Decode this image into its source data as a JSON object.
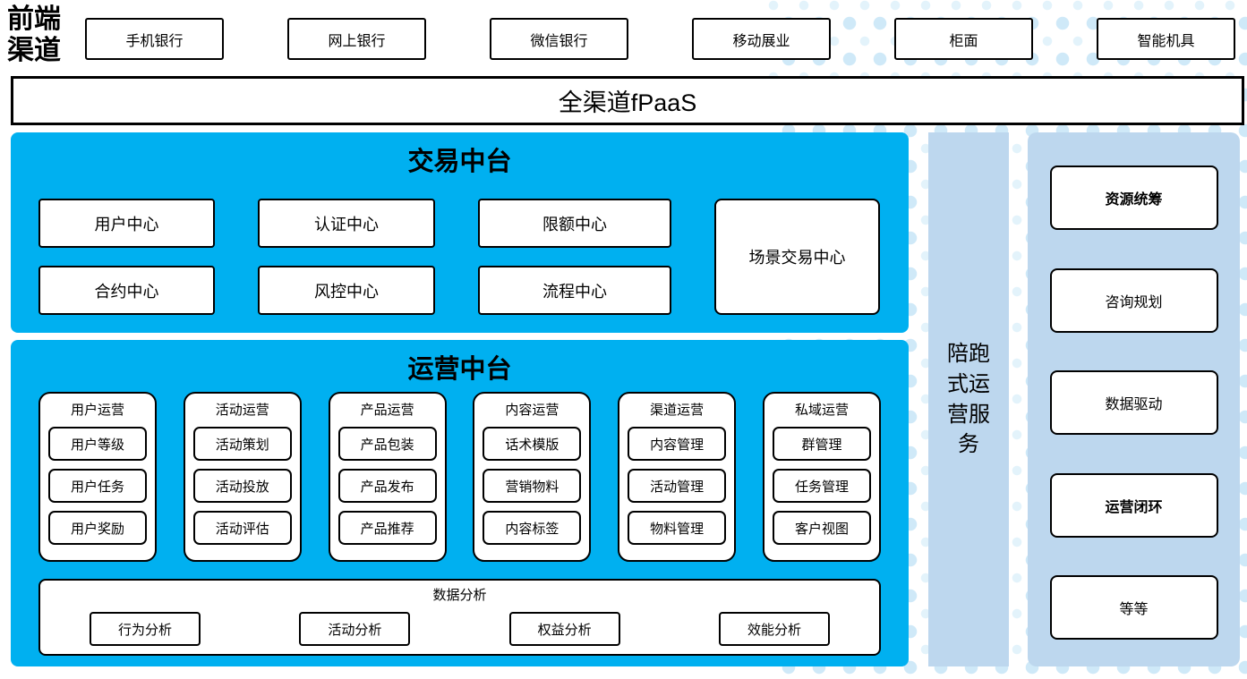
{
  "colors": {
    "bright_blue": "#00b0f0",
    "light_blue": "#bdd7ee",
    "dot_primary": "#cfe9f8",
    "dot_secondary": "#e3f3fb"
  },
  "front": {
    "label": "前端渠道",
    "items": [
      "手机银行",
      "网上银行",
      "微信银行",
      "移动展业",
      "柜面",
      "智能机具"
    ]
  },
  "fpaas": {
    "label": "全渠道fPaaS"
  },
  "trading": {
    "title": "交易中台",
    "cells": [
      "用户中心",
      "认证中心",
      "限额中心",
      "合约中心",
      "风控中心",
      "流程中心"
    ],
    "tall_cell": "场景交易中心"
  },
  "operations": {
    "title": "运营中台",
    "groups": [
      {
        "title": "用户运营",
        "items": [
          "用户等级",
          "用户任务",
          "用户奖励"
        ]
      },
      {
        "title": "活动运营",
        "items": [
          "活动策划",
          "活动投放",
          "活动评估"
        ]
      },
      {
        "title": "产品运营",
        "items": [
          "产品包装",
          "产品发布",
          "产品推荐"
        ]
      },
      {
        "title": "内容运营",
        "items": [
          "话术模版",
          "营销物料",
          "内容标签"
        ]
      },
      {
        "title": "渠道运营",
        "items": [
          "内容管理",
          "活动管理",
          "物料管理"
        ]
      },
      {
        "title": "私域运营",
        "items": [
          "群管理",
          "任务管理",
          "客户视图"
        ]
      }
    ],
    "analysis": {
      "title": "数据分析",
      "items": [
        "行为分析",
        "活动分析",
        "权益分析",
        "效能分析"
      ]
    }
  },
  "side_strip": {
    "label": "陪跑式运营服务"
  },
  "right_panel": {
    "items": [
      {
        "label": "资源统筹"
      },
      {
        "label": "咨询规划"
      },
      {
        "label": "数据驱动"
      },
      {
        "label": "运营闭环"
      },
      {
        "label": "等等"
      }
    ]
  }
}
